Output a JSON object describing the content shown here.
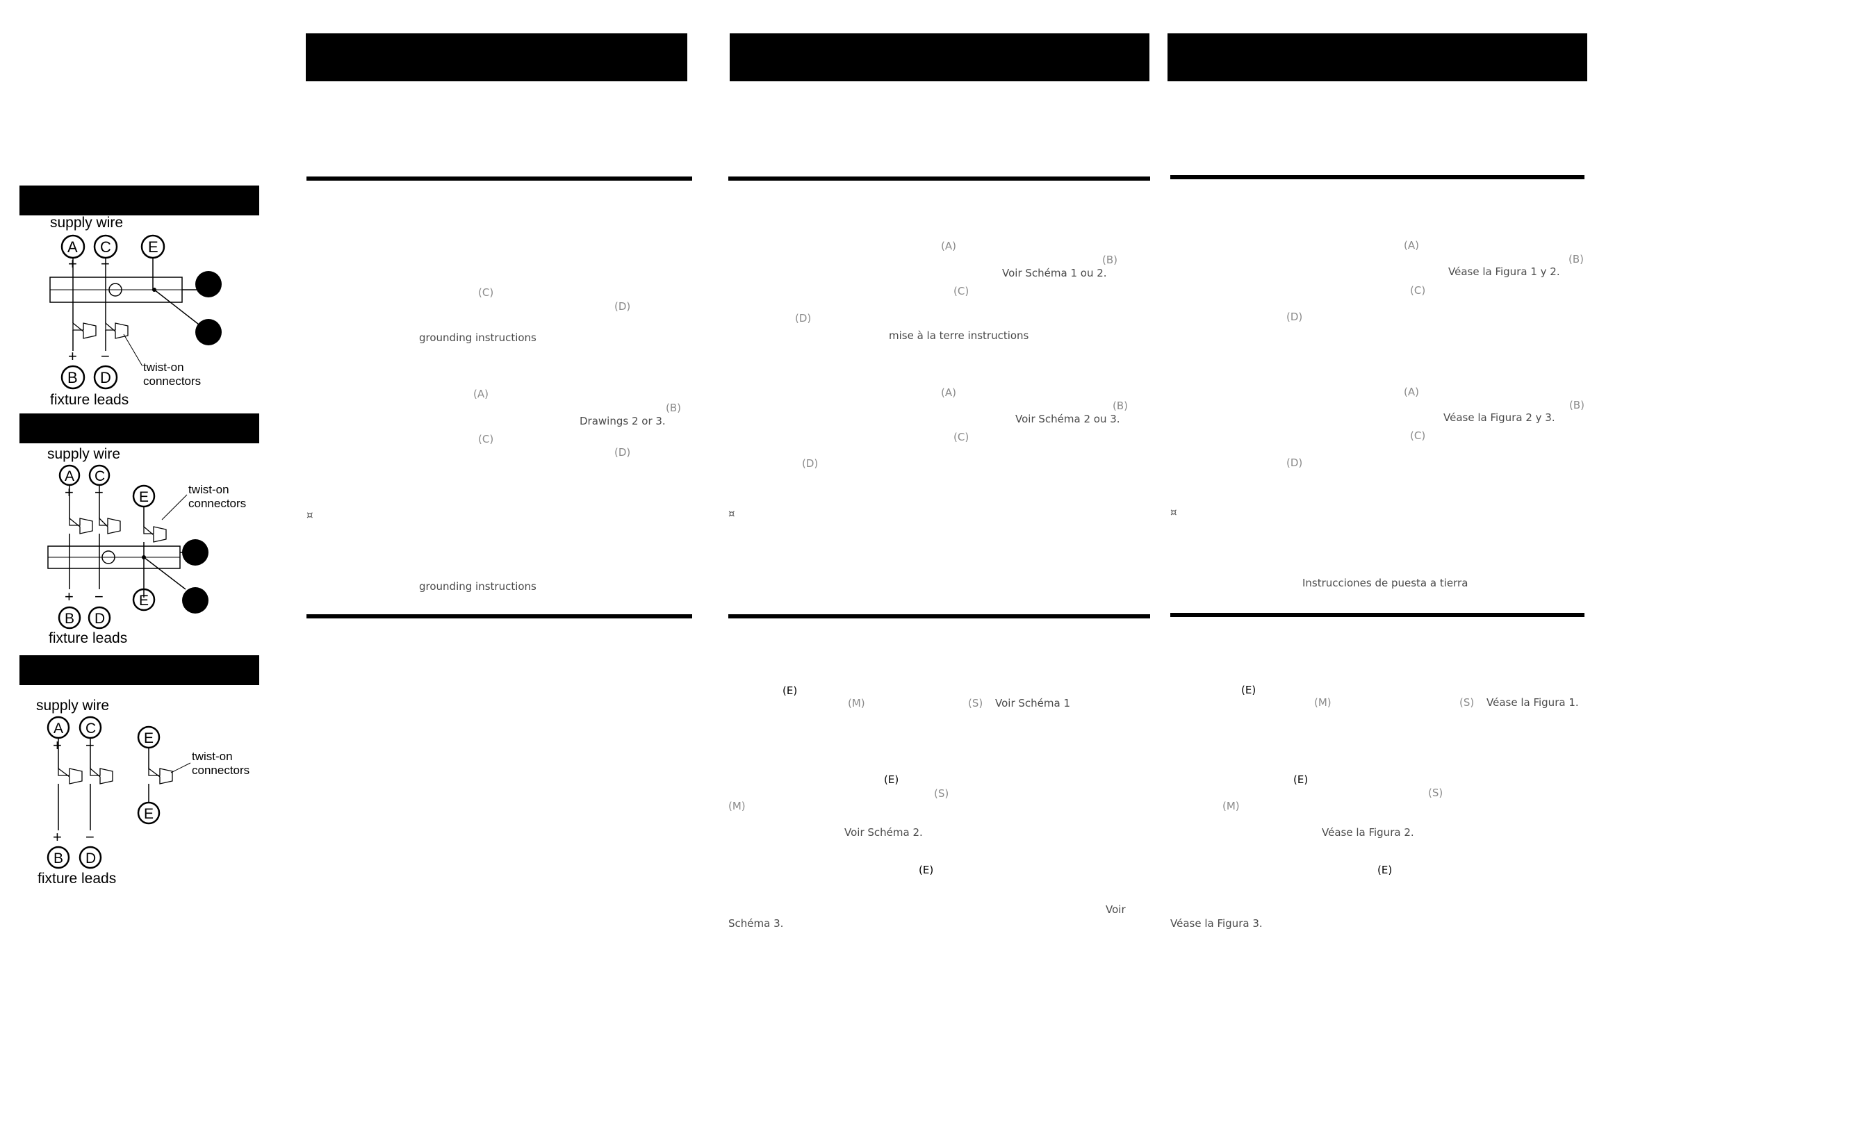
{
  "sidebar": {
    "diagram1": {
      "supply_label": "supply wire",
      "fixture_label": "fixture leads",
      "connectors_label_1": "twist-on",
      "connectors_label_2": "connectors",
      "letters": [
        "A",
        "C",
        "E",
        "B",
        "D"
      ],
      "signs": [
        "+",
        "−",
        "+",
        "−"
      ]
    },
    "diagram2": {
      "supply_label": "supply wire",
      "fixture_label": "fixture leads",
      "connectors_label_1": "twist-on",
      "connectors_label_2": "connectors",
      "letters": [
        "A",
        "C",
        "E",
        "E",
        "B",
        "D"
      ],
      "signs": [
        "+",
        "−",
        "+",
        "−"
      ]
    },
    "diagram3": {
      "supply_label": "supply wire",
      "fixture_label": "fixture leads",
      "connectors_label_1": "twist-on",
      "connectors_label_2": "connectors",
      "letters": [
        "A",
        "C",
        "E",
        "E",
        "B",
        "D"
      ],
      "signs": [
        "+",
        "−",
        "+",
        "−"
      ]
    }
  },
  "english": {
    "ref_c1": "(C)",
    "ref_d1": "(D)",
    "grounding1": "grounding instructions",
    "ref_a2": "(A)",
    "ref_b2": "(B)",
    "drawings": "Drawings 2 or 3.",
    "ref_c2": "(C)",
    "ref_d2": "(D)",
    "bullet": "¤",
    "grounding2": "grounding instructions"
  },
  "french": {
    "ref_a1": "(A)",
    "ref_b1": "(B)",
    "voir1": "Voir Schéma 1 ou 2.",
    "ref_c1": "(C)",
    "ref_d1": "(D)",
    "mise": "mise à la terre instructions",
    "ref_a2": "(A)",
    "ref_b2": "(B)",
    "voir2": "Voir Schéma 2 ou 3.",
    "ref_c2": "(C)",
    "ref_d2": "(D)",
    "bullet": "¤",
    "ref_e1": "(E)",
    "ref_m1": "(M)",
    "ref_s1": "(S)",
    "voir_s1": "Voir Schéma 1",
    "ref_e2": "(E)",
    "ref_s2": "(S)",
    "ref_m2": "(M)",
    "voir_s2": "Voir Schéma 2.",
    "ref_e3": "(E)",
    "voir3a": "Voir",
    "voir3b": "Schéma 3."
  },
  "spanish": {
    "ref_a1": "(A)",
    "ref_b1": "(B)",
    "vease1": "Véase la Figura 1 y 2.",
    "ref_c1": "(C)",
    "ref_d1": "(D)",
    "ref_a2": "(A)",
    "ref_b2": "(B)",
    "vease2": "Véase la Figura 2 y 3.",
    "ref_c2": "(C)",
    "ref_d2": "(D)",
    "bullet": "¤",
    "instrucciones": "Instrucciones de puesta a tierra",
    "ref_e1": "(E)",
    "ref_m1": "(M)",
    "ref_s1": "(S)",
    "vease_f1": "Véase la Figura 1.",
    "ref_e2": "(E)",
    "ref_s2": "(S)",
    "ref_m2": "(M)",
    "vease_f2": "Véase la Figura 2.",
    "ref_e3": "(E)",
    "vease_f3": "Véase la Figura 3."
  }
}
